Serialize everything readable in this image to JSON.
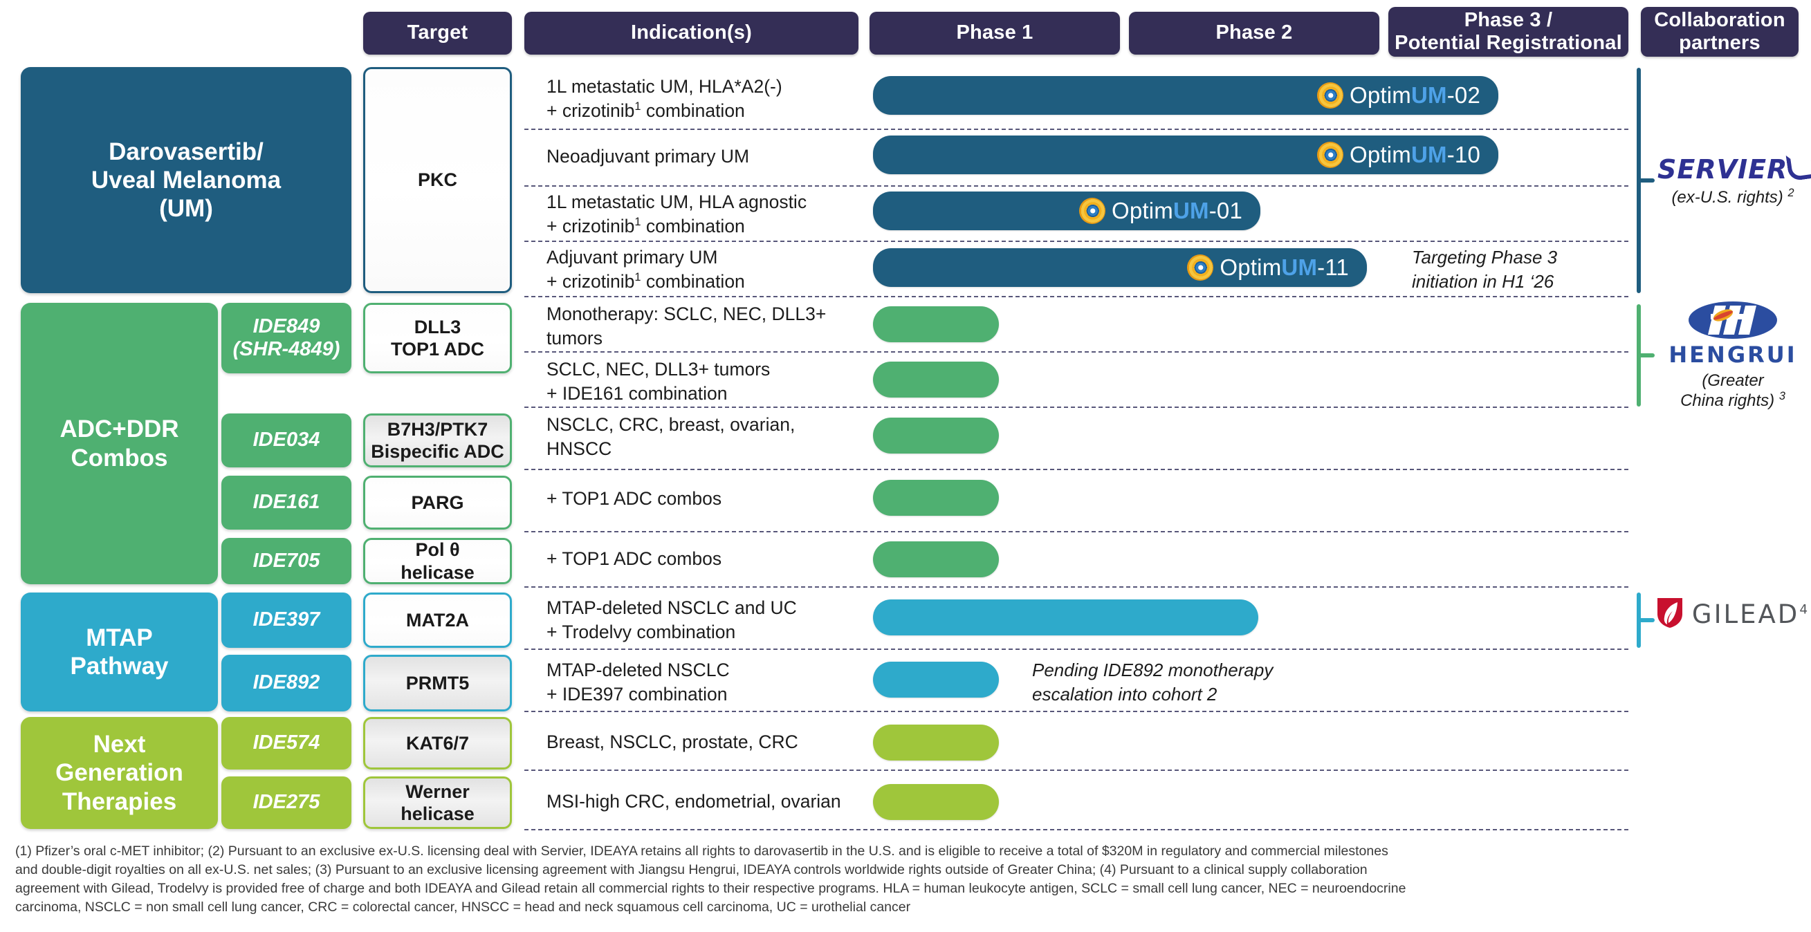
{
  "header": {
    "columns": [
      {
        "id": "target",
        "label": "Target"
      },
      {
        "id": "indications",
        "label": "Indication(s)"
      },
      {
        "id": "phase1",
        "label": "Phase 1"
      },
      {
        "id": "phase2",
        "label": "Phase  2"
      },
      {
        "id": "phase3",
        "label": "Phase 3 /\nPotential Registrational"
      },
      {
        "id": "partners",
        "label": "Collaboration\npartners"
      }
    ],
    "phase3_line1": "Phase 3 /",
    "phase3_line2": "Potential Registrational",
    "partners_line1": "Collaboration",
    "partners_line2": "partners"
  },
  "colors": {
    "header_pill": "#342e56",
    "darovasertib": "#1f5d7f",
    "adc_ddr": "#4fb071",
    "mtap": "#2eaacb",
    "nextgen": "#9fc63b",
    "dash": "#3c3a63",
    "optim_um_accent": "#4ea2e8",
    "servier_blue": "#2e3192",
    "servier_star": "#ef4123",
    "hengrui_blue": "#2b4da0",
    "gilead_red": "#c8102e",
    "gilead_grey": "#53565a"
  },
  "franchises": [
    {
      "id": "darovasertib",
      "label_lines": [
        "Darovasertib/",
        "Uveal Melanoma",
        "(UM)"
      ],
      "color": "#1f5d7f"
    },
    {
      "id": "adc-ddr",
      "label_lines": [
        "ADC+DDR",
        "Combos"
      ],
      "color": "#4fb071"
    },
    {
      "id": "mtap",
      "label_lines": [
        "MTAP",
        "Pathway"
      ],
      "color": "#2eaacb"
    },
    {
      "id": "nextgen",
      "label_lines": [
        "Next",
        "Generation",
        "Therapies"
      ],
      "color": "#9fc63b"
    }
  ],
  "programs": [
    {
      "id": "ide849",
      "lines": [
        "IDE849",
        "(SHR-4849)"
      ]
    },
    {
      "id": "ide034",
      "lines": [
        "IDE034"
      ]
    },
    {
      "id": "ide161",
      "lines": [
        "IDE161"
      ]
    },
    {
      "id": "ide705",
      "lines": [
        "IDE705"
      ]
    },
    {
      "id": "ide397",
      "lines": [
        "IDE397"
      ]
    },
    {
      "id": "ide892",
      "lines": [
        "IDE892"
      ]
    },
    {
      "id": "ide574",
      "lines": [
        "IDE574"
      ]
    },
    {
      "id": "ide275",
      "lines": [
        "IDE275"
      ]
    }
  ],
  "targets": [
    {
      "id": "pkc",
      "lines": [
        "PKC"
      ],
      "style": "plain"
    },
    {
      "id": "dll3-top1-adc",
      "lines": [
        "DLL3",
        "TOP1 ADC"
      ],
      "style": "plain"
    },
    {
      "id": "b7h3-ptk7",
      "lines": [
        "B7H3/PTK7",
        "Bispecific ADC"
      ],
      "style": "shaded"
    },
    {
      "id": "parg",
      "lines": [
        "PARG"
      ],
      "style": "plain"
    },
    {
      "id": "pol-theta-helicase",
      "lines": [
        "Pol θ",
        "helicase"
      ],
      "style": "plain"
    },
    {
      "id": "mat2a",
      "lines": [
        "MAT2A"
      ],
      "style": "plain"
    },
    {
      "id": "prmt5",
      "lines": [
        "PRMT5"
      ],
      "style": "shaded"
    },
    {
      "id": "kat6-7",
      "lines": [
        "KAT6/7"
      ],
      "style": "shaded"
    },
    {
      "id": "werner-helicase",
      "lines": [
        "Werner",
        "helicase"
      ],
      "style": "shaded"
    }
  ],
  "rows": [
    {
      "id": "um-1l-hla-a2-neg",
      "indication_lines": [
        "1L metastatic UM, HLA*A2(-)",
        "+ crizotinib<sup>1</sup> combination"
      ],
      "bar": {
        "color": "#1f5d7f",
        "trial": "OptimUM-02",
        "trial_prefix": "Optim",
        "trial_bold": "UM",
        "trial_suffix": "-02"
      },
      "note": ""
    },
    {
      "id": "um-neoadjuvant",
      "indication_lines": [
        "Neoadjuvant primary UM"
      ],
      "bar": {
        "color": "#1f5d7f",
        "trial": "OptimUM-10",
        "trial_prefix": "Optim",
        "trial_bold": "UM",
        "trial_suffix": "-10"
      },
      "note": ""
    },
    {
      "id": "um-1l-hla-agnostic",
      "indication_lines": [
        "1L metastatic UM, HLA agnostic",
        "+ crizotinib<sup>1</sup> combination"
      ],
      "bar": {
        "color": "#1f5d7f",
        "trial": "OptimUM-01",
        "trial_prefix": "Optim",
        "trial_bold": "UM",
        "trial_suffix": "-01"
      },
      "note": ""
    },
    {
      "id": "um-adjuvant",
      "indication_lines": [
        "Adjuvant primary UM",
        "+ crizotinib<sup>1</sup> combination"
      ],
      "bar": {
        "color": "#1f5d7f",
        "trial": "OptimUM-11",
        "trial_prefix": "Optim",
        "trial_bold": "UM",
        "trial_suffix": "-11"
      },
      "note_lines": [
        "Targeting Phase 3",
        "initiation in H1 ‘26"
      ]
    },
    {
      "id": "ide849-mono",
      "indication_lines": [
        "Monotherapy: SCLC, NEC, DLL3+",
        "tumors"
      ],
      "bar": {
        "color": "#4fb071",
        "trial": ""
      },
      "note": ""
    },
    {
      "id": "ide849-ide161-combo",
      "indication_lines": [
        "SCLC, NEC, DLL3+ tumors",
        "+ IDE161 combination"
      ],
      "bar": {
        "color": "#4fb071",
        "trial": ""
      },
      "note": ""
    },
    {
      "id": "ide034-solid",
      "indication_lines": [
        "NSCLC, CRC, breast, ovarian,",
        "HNSCC"
      ],
      "bar": {
        "color": "#4fb071",
        "trial": ""
      },
      "note": ""
    },
    {
      "id": "ide161-top1-combo",
      "indication_lines": [
        "+ TOP1 ADC combos"
      ],
      "bar": {
        "color": "#4fb071",
        "trial": ""
      },
      "note": ""
    },
    {
      "id": "ide705-top1-combo",
      "indication_lines": [
        "+ TOP1 ADC combos"
      ],
      "bar": {
        "color": "#4fb071",
        "trial": ""
      },
      "note": ""
    },
    {
      "id": "ide397-trodelvy",
      "indication_lines": [
        "MTAP-deleted NSCLC and UC",
        "+ Trodelvy combination"
      ],
      "bar": {
        "color": "#2eaacb",
        "trial": ""
      },
      "note": ""
    },
    {
      "id": "ide892-ide397",
      "indication_lines": [
        "MTAP-deleted NSCLC",
        "+ IDE397 combination"
      ],
      "bar": {
        "color": "#2eaacb",
        "trial": ""
      },
      "note_lines": [
        "Pending IDE892 monotherapy",
        "escalation into cohort 2"
      ]
    },
    {
      "id": "ide574-solid",
      "indication_lines": [
        "Breast, NSCLC, prostate, CRC"
      ],
      "bar": {
        "color": "#9fc63b",
        "trial": ""
      },
      "note": ""
    },
    {
      "id": "ide275-msi-high",
      "indication_lines": [
        "MSI-high CRC, endometrial, ovarian"
      ],
      "bar": {
        "color": "#9fc63b",
        "trial": ""
      },
      "note": ""
    }
  ],
  "partners": [
    {
      "id": "servier",
      "name": "SERVIER",
      "sub_lines": [
        "(ex-U.S. rights) <sup>2</sup>"
      ],
      "sub_text": "(ex-U.S. rights)",
      "sub_footnote": "2",
      "bracket_color": "#1f5d7f"
    },
    {
      "id": "hengrui",
      "name": "HENGRUI",
      "sub_line1": "(Greater",
      "sub_line2": "China rights)",
      "sub_footnote": "3",
      "bracket_color": "#4fb071"
    },
    {
      "id": "gilead",
      "name": "GILEAD",
      "sub_footnote": "4",
      "bracket_color": "#2eaacb"
    }
  ],
  "footnotes": {
    "line1": "(1) Pfizer’s oral c-MET inhibitor; (2) Pursuant to an exclusive ex-U.S. licensing deal with Servier, IDEAYA retains all rights to darovasertib in the U.S. and is eligible to receive a total of $320M in regulatory and commercial milestones",
    "line2": "and double-digit royalties on all ex-U.S. net sales; (3) Pursuant to an exclusive licensing agreement with Jiangsu Hengrui, IDEAYA controls worldwide rights outside of Greater China; (4) Pursuant to a clinical supply collaboration",
    "line3": "agreement with Gilead, Trodelvy is provided free of charge and both IDEAYA and Gilead retain all commercial rights to their respective programs. HLA = human leukocyte antigen, SCLC = small cell lung cancer, NEC = neuroendocrine",
    "line4": "carcinoma, NSCLC = non small cell lung cancer, CRC = colorectal cancer, HNSCC = head and neck squamous cell carcinoma, UC = urothelial cancer"
  }
}
